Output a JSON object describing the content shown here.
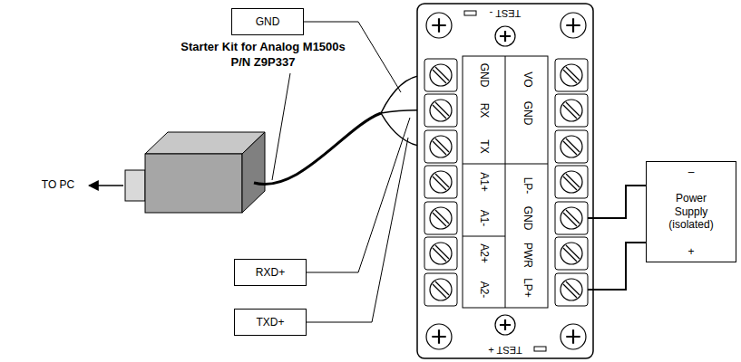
{
  "diagram": {
    "nodes": [
      {
        "text": [
          "GND"
        ]
      },
      {
        "text": [
          "RXD+"
        ]
      },
      {
        "text": [
          "TXD+"
        ]
      },
      {
        "text": [
          "–",
          "Power Supply (isolated)",
          "+"
        ]
      }
    ],
    "labels": [
      "Starter Kit for Analog M1500s",
      "P/N Z9P337",
      "TO PC",
      "TEST -",
      "GND",
      "RX",
      "TX",
      "A1+",
      "A1-",
      "A2+",
      "A2-",
      "VO",
      "GND",
      "LP-",
      "GND",
      "PWR",
      "LP+",
      "TEST +"
    ]
  }
}
